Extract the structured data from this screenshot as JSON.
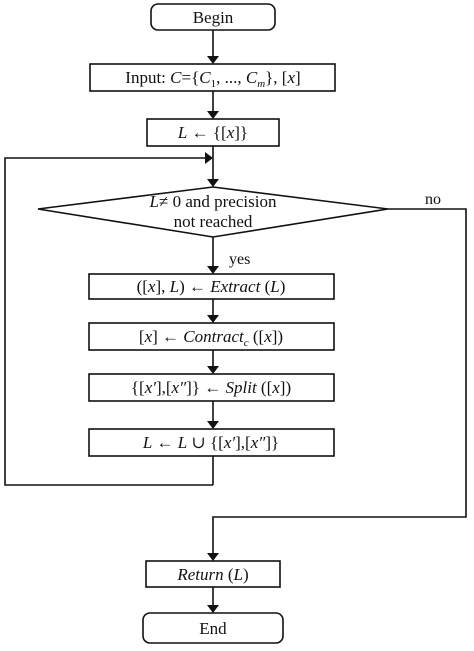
{
  "nodes": {
    "begin": {
      "label": "Begin"
    },
    "input": {
      "prefix": "Input: ",
      "c": "C",
      "eq_open": "={",
      "c1": "C",
      "c1_sub": "1",
      "mid": ", ..., ",
      "cm": "C",
      "cm_sub": "m",
      "close": "}, [",
      "x": "x",
      "end": "]"
    },
    "init": {
      "l": "L",
      "arrow": " ← {[",
      "x": "x",
      "end": "]}"
    },
    "decision": {
      "l": "L",
      "line1_rest": "≠ 0 and precision",
      "line2": "not reached"
    },
    "extract": {
      "open": "([",
      "x": "x",
      "comma": "], ",
      "l": "L",
      "arrow": ") ← ",
      "fn": "Extract",
      "arg_open": " (",
      "arg": "L",
      "arg_close": ")"
    },
    "contract": {
      "open": "[",
      "x": "x",
      "arrow": "] ← ",
      "fn": "Contract",
      "sub": "c",
      "arg_open": " ([",
      "arg": "x",
      "arg_close": "])"
    },
    "split": {
      "open": "{[",
      "x1": "x′",
      "mid": "],[",
      "x2": "x″",
      "arrow": "]} ← ",
      "fn": "Split",
      "arg_open": " ([",
      "arg": "x",
      "arg_close": "])"
    },
    "update": {
      "l1": "L",
      "arrow": " ← ",
      "l2": "L",
      "union": " ∪ {[",
      "x1": "x′",
      "mid": "],[",
      "x2": "x″",
      "end": "]}"
    },
    "return": {
      "fn": "Return",
      "open": " (",
      "arg": "L",
      "close": ")"
    },
    "end": {
      "label": "End"
    }
  },
  "edge_labels": {
    "yes": "yes",
    "no": "no"
  }
}
